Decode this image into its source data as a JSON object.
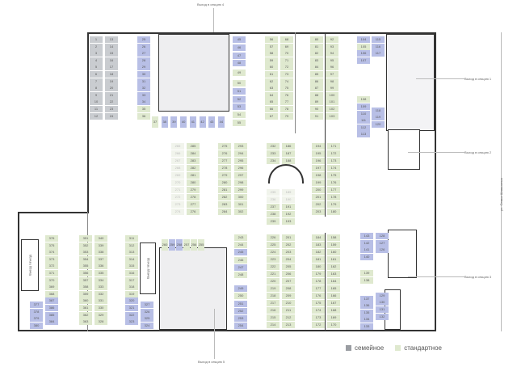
{
  "labels": {
    "exit_4": "Выход в секцию 4",
    "exit_1": "Выход в секцию 1",
    "exit_2": "Выход в секцию 2",
    "exit_3": "Выход в секцию 3",
    "exit_5": "Выход в секцию 5",
    "street": "ул. Семьи Шамшиных",
    "ramp_left": "Выезд / въезд",
    "ramp_mid": "Выезд / въезд"
  },
  "legend": {
    "family": "семейное",
    "standard": "стандартное"
  },
  "colors": {
    "family": "#c9ccd0",
    "standard": "#dfe9cf",
    "other": "#b8bfe6"
  },
  "columns": {
    "c1": [
      [
        "1",
        "g"
      ],
      [
        "2",
        "g"
      ],
      [
        "3",
        "g"
      ],
      [
        "4",
        "g"
      ],
      [
        "5",
        "g"
      ],
      [
        "6",
        "g"
      ],
      [
        "7",
        "g"
      ],
      [
        "8",
        "g"
      ],
      [
        "9",
        "g"
      ],
      [
        "10",
        "g"
      ],
      [
        "11",
        "g"
      ],
      [
        "12",
        "g"
      ]
    ],
    "c2": [
      [
        "13",
        "g"
      ],
      [
        "14",
        "g"
      ],
      [
        "15",
        "g"
      ],
      [
        "16",
        "g"
      ],
      [
        "17",
        "g"
      ],
      [
        "18",
        "g"
      ],
      [
        "19",
        "g"
      ],
      [
        "20",
        "g"
      ],
      [
        "21",
        "g"
      ],
      [
        "22",
        "g"
      ],
      [
        "23",
        "g"
      ],
      [
        "24",
        "g"
      ]
    ],
    "c3": [
      [
        "25",
        "b"
      ],
      [
        "26",
        "b"
      ],
      [
        "27",
        "b"
      ],
      [
        "28",
        "b"
      ],
      [
        "29",
        "b"
      ],
      [
        "30",
        "b"
      ],
      [
        "31",
        "b"
      ],
      [
        "32",
        "b"
      ],
      [
        "33",
        "b"
      ],
      [
        "34",
        "b"
      ],
      [
        "35",
        "s"
      ],
      [
        "36",
        "s"
      ]
    ],
    "r1": [
      [
        "37",
        "s"
      ],
      [
        "38",
        "b"
      ],
      [
        "39",
        "b"
      ],
      [
        "40",
        "b"
      ],
      [
        "41",
        "b"
      ],
      [
        "42",
        "b"
      ],
      [
        "43",
        "b"
      ],
      [
        "44",
        "b"
      ]
    ],
    "c4": [
      [
        "45",
        "b"
      ],
      [
        "46",
        "b"
      ],
      [
        "47",
        "b"
      ],
      [
        "48",
        "b"
      ],
      [
        "49",
        "s"
      ],
      [
        "50",
        "s"
      ],
      [
        "51",
        "b"
      ],
      [
        "52",
        "b"
      ],
      [
        "53",
        "b"
      ],
      [
        "54",
        "s"
      ],
      [
        "55",
        "s"
      ]
    ],
    "c5": [
      [
        "56",
        "s"
      ],
      [
        "57",
        "s"
      ],
      [
        "58",
        "s"
      ],
      [
        "59",
        "s"
      ],
      [
        "60",
        "s"
      ],
      [
        "61",
        "s"
      ],
      [
        "62",
        "s"
      ],
      [
        "63",
        "s"
      ],
      [
        "64",
        "s"
      ],
      [
        "65",
        "s"
      ],
      [
        "66",
        "s"
      ],
      [
        "67",
        "s"
      ]
    ],
    "c6": [
      [
        "68",
        "s"
      ],
      [
        "69",
        "s"
      ],
      [
        "70",
        "s"
      ],
      [
        "71",
        "s"
      ],
      [
        "72",
        "s"
      ],
      [
        "73",
        "s"
      ],
      [
        "74",
        "s"
      ],
      [
        "75",
        "s"
      ],
      [
        "76",
        "s"
      ],
      [
        "77",
        "s"
      ],
      [
        "78",
        "s"
      ],
      [
        "79",
        "s"
      ]
    ],
    "c7": [
      [
        "80",
        "s"
      ],
      [
        "81",
        "s"
      ],
      [
        "82",
        "s"
      ],
      [
        "83",
        "s"
      ],
      [
        "84",
        "s"
      ],
      [
        "85",
        "s"
      ],
      [
        "86",
        "s"
      ],
      [
        "87",
        "s"
      ],
      [
        "88",
        "s"
      ],
      [
        "89",
        "s"
      ],
      [
        "90",
        "s"
      ],
      [
        "91",
        "s"
      ]
    ],
    "c8": [
      [
        "92",
        "s"
      ],
      [
        "93",
        "s"
      ],
      [
        "94",
        "s"
      ],
      [
        "95",
        "s"
      ],
      [
        "96",
        "s"
      ],
      [
        "97",
        "s"
      ],
      [
        "98",
        "s"
      ],
      [
        "99",
        "s"
      ],
      [
        "100",
        "s"
      ],
      [
        "101",
        "s"
      ],
      [
        "102",
        "s"
      ],
      [
        "103",
        "s"
      ]
    ],
    "c9": [
      [
        "104",
        "b"
      ],
      [
        "105",
        "s"
      ],
      [
        "106",
        "b"
      ],
      [
        "107",
        "b"
      ],
      [
        "108",
        "s"
      ],
      [
        "109",
        "b"
      ],
      [
        "110",
        "b"
      ],
      [
        "111",
        "b"
      ],
      [
        "112",
        "b"
      ],
      [
        "113",
        "b"
      ]
    ],
    "c10": [
      [
        "115",
        "b"
      ],
      [
        "116",
        "b"
      ],
      [
        "117",
        "b"
      ],
      [
        "118",
        "b"
      ],
      [
        "119",
        "b"
      ],
      [
        "120",
        "b"
      ]
    ],
    "c11": [
      [
        "265",
        "f"
      ],
      [
        "266",
        "f"
      ],
      [
        "267",
        "f"
      ],
      [
        "268",
        "f"
      ],
      [
        "269",
        "f"
      ],
      [
        "270",
        "f"
      ],
      [
        "271",
        "f"
      ],
      [
        "272",
        "f"
      ],
      [
        "273",
        "f"
      ],
      [
        "274",
        "f"
      ]
    ],
    "c12": [
      [
        "285",
        "s"
      ],
      [
        "284",
        "s"
      ],
      [
        "283",
        "s"
      ],
      [
        "282",
        "s"
      ],
      [
        "281",
        "s"
      ],
      [
        "280",
        "s"
      ],
      [
        "279",
        "s"
      ],
      [
        "278",
        "s"
      ],
      [
        "277",
        "s"
      ],
      [
        "276",
        "s"
      ]
    ],
    "c13": [
      [
        "275",
        "s"
      ],
      [
        "276",
        "s"
      ],
      [
        "277",
        "s"
      ],
      [
        "278",
        "s"
      ],
      [
        "279",
        "s"
      ],
      [
        "280",
        "s"
      ],
      [
        "281",
        "s"
      ],
      [
        "282",
        "s"
      ],
      [
        "283",
        "s"
      ],
      [
        "284",
        "s"
      ]
    ],
    "c14": [
      [
        "293",
        "s"
      ],
      [
        "294",
        "s"
      ],
      [
        "295",
        "s"
      ],
      [
        "296",
        "s"
      ],
      [
        "297",
        "s"
      ],
      [
        "298",
        "s"
      ],
      [
        "299",
        "s"
      ],
      [
        "300",
        "s"
      ],
      [
        "301",
        "s"
      ],
      [
        "302",
        "s"
      ]
    ],
    "c15": [
      [
        "232",
        "s"
      ],
      [
        "233",
        "s"
      ],
      [
        "234",
        "s"
      ],
      [
        "235",
        "f"
      ],
      [
        "236",
        "f"
      ],
      [
        "237",
        "s"
      ],
      [
        "238",
        "s"
      ],
      [
        "239",
        "s"
      ]
    ],
    "c16": [
      [
        "186",
        "s"
      ],
      [
        "187",
        "s"
      ],
      [
        "188",
        "s"
      ],
      [
        "189",
        "f"
      ],
      [
        "190",
        "f"
      ],
      [
        "191",
        "s"
      ],
      [
        "192",
        "s"
      ],
      [
        "193",
        "s"
      ]
    ],
    "c17": [
      [
        "194",
        "s"
      ],
      [
        "195",
        "s"
      ],
      [
        "196",
        "s"
      ],
      [
        "197",
        "s"
      ],
      [
        "198",
        "s"
      ],
      [
        "199",
        "s"
      ],
      [
        "200",
        "s"
      ],
      [
        "201",
        "s"
      ],
      [
        "202",
        "s"
      ],
      [
        "203",
        "s"
      ]
    ],
    "c18": [
      [
        "171",
        "s"
      ],
      [
        "172",
        "s"
      ],
      [
        "173",
        "s"
      ],
      [
        "174",
        "s"
      ],
      [
        "175",
        "s"
      ],
      [
        "176",
        "s"
      ],
      [
        "177",
        "s"
      ],
      [
        "178",
        "s"
      ],
      [
        "179",
        "s"
      ],
      [
        "180",
        "s"
      ]
    ],
    "c19a": [
      [
        "377",
        "b"
      ],
      [
        "378",
        "b"
      ],
      [
        "379",
        "b"
      ],
      [
        "380",
        "b"
      ]
    ],
    "c19": [
      [
        "376",
        "s"
      ],
      [
        "375",
        "s"
      ],
      [
        "374",
        "s"
      ],
      [
        "373",
        "s"
      ],
      [
        "372",
        "s"
      ],
      [
        "371",
        "s"
      ],
      [
        "370",
        "s"
      ],
      [
        "369",
        "s"
      ],
      [
        "368",
        "s"
      ],
      [
        "387",
        "b"
      ],
      [
        "386",
        "b"
      ],
      [
        "385",
        "b"
      ],
      [
        "384",
        "b"
      ]
    ],
    "c20": [
      [
        "351",
        "s"
      ],
      [
        "352",
        "s"
      ],
      [
        "353",
        "s"
      ],
      [
        "354",
        "s"
      ],
      [
        "355",
        "s"
      ],
      [
        "356",
        "s"
      ],
      [
        "357",
        "s"
      ],
      [
        "358",
        "s"
      ],
      [
        "359",
        "s"
      ],
      [
        "360",
        "s"
      ],
      [
        "361",
        "s"
      ],
      [
        "362",
        "s"
      ],
      [
        "363",
        "s"
      ]
    ],
    "c21": [
      [
        "340",
        "s"
      ],
      [
        "339",
        "s"
      ],
      [
        "338",
        "s"
      ],
      [
        "337",
        "s"
      ],
      [
        "336",
        "s"
      ],
      [
        "335",
        "s"
      ],
      [
        "334",
        "s"
      ],
      [
        "333",
        "s"
      ],
      [
        "332",
        "s"
      ],
      [
        "331",
        "s"
      ],
      [
        "330",
        "s"
      ],
      [
        "329",
        "s"
      ],
      [
        "328",
        "s"
      ]
    ],
    "c22": [
      [
        "311",
        "s"
      ],
      [
        "312",
        "s"
      ],
      [
        "313",
        "s"
      ],
      [
        "314",
        "s"
      ],
      [
        "315",
        "s"
      ],
      [
        "316",
        "s"
      ],
      [
        "317",
        "s"
      ],
      [
        "318",
        "s"
      ],
      [
        "319",
        "s"
      ],
      [
        "320",
        "b"
      ],
      [
        "321",
        "b"
      ],
      [
        "322",
        "b"
      ],
      [
        "323",
        "b"
      ]
    ],
    "c23": [
      [
        "327",
        "b"
      ],
      [
        "326",
        "b"
      ],
      [
        "325",
        "b"
      ],
      [
        "324",
        "b"
      ]
    ],
    "r2": [
      [
        "260",
        "s"
      ],
      [
        "259",
        "b"
      ],
      [
        "258",
        "b"
      ],
      [
        "257",
        "s"
      ],
      [
        "256",
        "s"
      ],
      [
        "255",
        "s"
      ]
    ],
    "c24": [
      [
        "243",
        "s"
      ],
      [
        "244",
        "s"
      ],
      [
        "245",
        "b"
      ],
      [
        "246",
        "s"
      ],
      [
        "247",
        "b"
      ],
      [
        "248",
        "s"
      ],
      [
        "249",
        "b"
      ],
      [
        "250",
        "s"
      ],
      [
        "251",
        "b"
      ],
      [
        "252",
        "b"
      ],
      [
        "253",
        "b"
      ],
      [
        "254",
        "b"
      ]
    ],
    "c25": [
      [
        "226",
        "s"
      ],
      [
        "225",
        "s"
      ],
      [
        "224",
        "s"
      ],
      [
        "223",
        "s"
      ],
      [
        "222",
        "s"
      ],
      [
        "221",
        "s"
      ],
      [
        "220",
        "s"
      ],
      [
        "219",
        "s"
      ],
      [
        "218",
        "s"
      ],
      [
        "217",
        "s"
      ],
      [
        "216",
        "s"
      ],
      [
        "215",
        "s"
      ],
      [
        "214",
        "s"
      ]
    ],
    "c26": [
      [
        "201",
        "s"
      ],
      [
        "202",
        "s"
      ],
      [
        "203",
        "s"
      ],
      [
        "204",
        "s"
      ],
      [
        "205",
        "s"
      ],
      [
        "206",
        "s"
      ],
      [
        "207",
        "s"
      ],
      [
        "208",
        "s"
      ],
      [
        "209",
        "s"
      ],
      [
        "210",
        "s"
      ],
      [
        "211",
        "s"
      ],
      [
        "212",
        "s"
      ],
      [
        "213",
        "s"
      ]
    ],
    "c27": [
      [
        "184",
        "s"
      ],
      [
        "183",
        "s"
      ],
      [
        "182",
        "s"
      ],
      [
        "181",
        "s"
      ],
      [
        "180",
        "s"
      ],
      [
        "179",
        "s"
      ],
      [
        "178",
        "s"
      ],
      [
        "177",
        "s"
      ],
      [
        "176",
        "s"
      ],
      [
        "175",
        "s"
      ],
      [
        "174",
        "s"
      ],
      [
        "173",
        "s"
      ],
      [
        "172",
        "s"
      ]
    ],
    "c28": [
      [
        "158",
        "s"
      ],
      [
        "159",
        "s"
      ],
      [
        "160",
        "s"
      ],
      [
        "161",
        "s"
      ],
      [
        "162",
        "s"
      ],
      [
        "163",
        "s"
      ],
      [
        "164",
        "s"
      ],
      [
        "165",
        "s"
      ],
      [
        "166",
        "s"
      ],
      [
        "167",
        "s"
      ],
      [
        "168",
        "s"
      ],
      [
        "169",
        "s"
      ],
      [
        "170",
        "s"
      ]
    ],
    "c29": [
      [
        "143",
        "b"
      ],
      [
        "142",
        "b"
      ],
      [
        "141",
        "b"
      ],
      [
        "140",
        "b"
      ],
      [
        "139",
        "s"
      ],
      [
        "138",
        "s"
      ],
      [
        "137",
        "b"
      ],
      [
        "136",
        "b"
      ],
      [
        "135",
        "b"
      ],
      [
        "134",
        "b"
      ],
      [
        "133",
        "b"
      ]
    ],
    "c30": [
      [
        "128",
        "b"
      ],
      [
        "127",
        "b"
      ],
      [
        "126",
        "b"
      ],
      [
        "129",
        "b"
      ],
      [
        "130",
        "b"
      ],
      [
        "131",
        "b"
      ],
      [
        "132",
        "b"
      ]
    ]
  }
}
